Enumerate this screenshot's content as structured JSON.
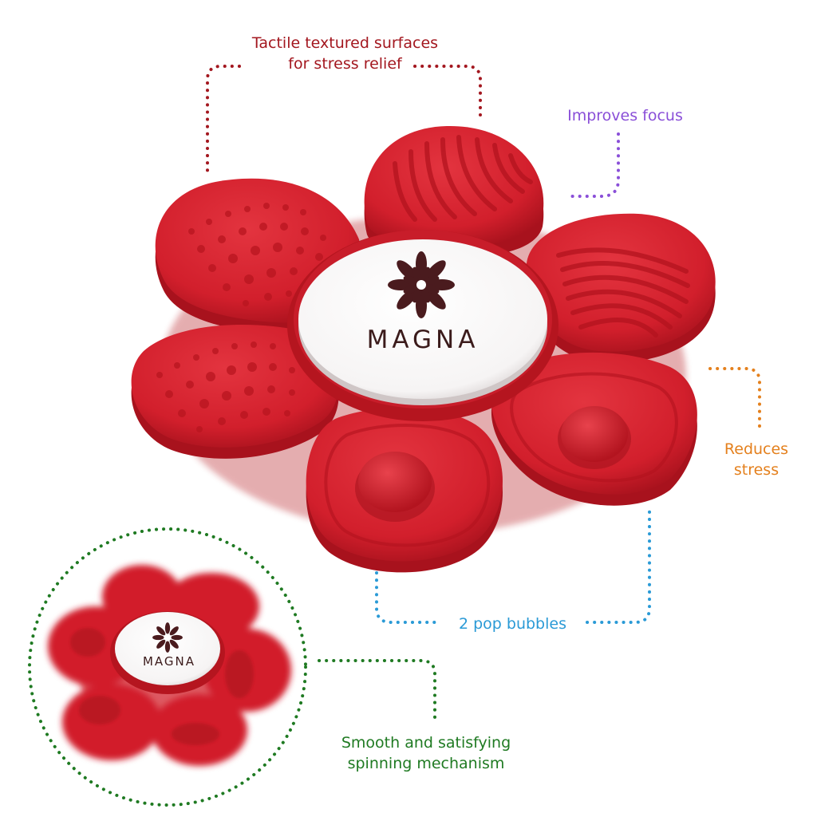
{
  "brand": {
    "name": "MAGNA",
    "spinner_color": "#d51f2e",
    "cap_color": "#ffffff",
    "logo_color": "#4a1b1e"
  },
  "callouts": {
    "tactile": {
      "line1": "Tactile textured surfaces",
      "line2": "for stress relief",
      "color": "#a3171f"
    },
    "focus": {
      "text": "Improves focus",
      "color": "#8a4fd8"
    },
    "stress": {
      "line1": "Reduces",
      "line2": "stress",
      "color": "#e4801d"
    },
    "bubbles": {
      "text": "2 pop bubbles",
      "color": "#2a9ad6"
    },
    "spin": {
      "line1": "Smooth and satisfying",
      "line2": "spinning mechanism",
      "color": "#1f7a22"
    }
  }
}
